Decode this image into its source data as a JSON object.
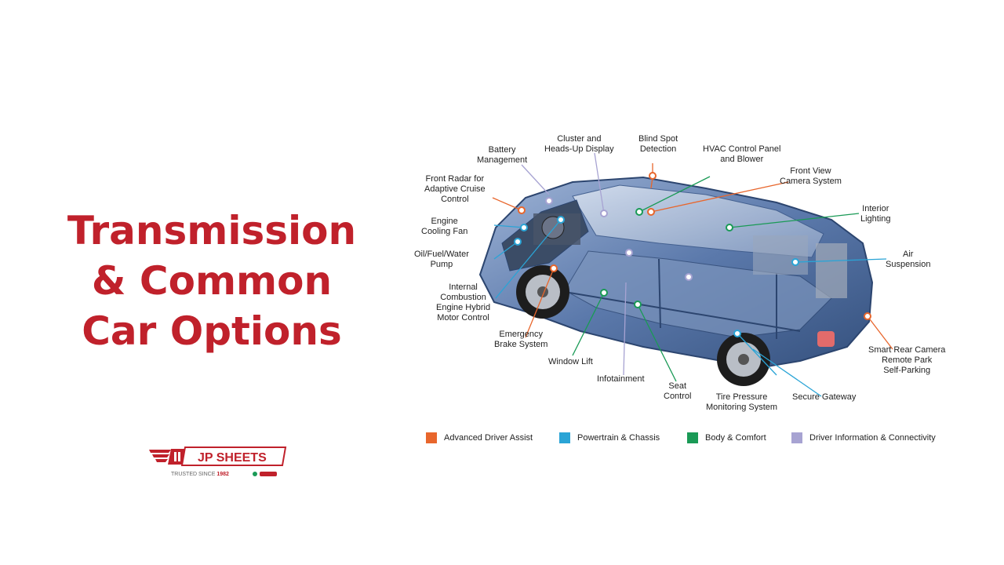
{
  "title": {
    "line1": "Transmission",
    "line2": "& Common",
    "line3": "Car Options"
  },
  "logo": {
    "name": "JP SHEETS",
    "tagline_prefix": "TRUSTED SINCE ",
    "year": "1982"
  },
  "colors": {
    "title": "#c0212b",
    "advanced": "#e8662c",
    "powertrain": "#2aa4d6",
    "body": "#1a9a56",
    "driver": "#a7a3d2",
    "car_body": "#5b79ab"
  },
  "labels": {
    "battery": "Battery\nManagement",
    "cluster": "Cluster and\nHeads-Up Display",
    "blind_spot": "Blind Spot\nDetection",
    "hvac": "HVAC Control Panel\nand Blower",
    "front_view": "Front View\nCamera System",
    "front_radar": "Front Radar for\nAdaptive Cruise\nControl",
    "interior_lighting": "Interior\nLighting",
    "engine_fan": "Engine\nCooling Fan",
    "oil_pump": "Oil/Fuel/Water\nPump",
    "air_suspension": "Air\nSuspension",
    "internal_combustion": "Internal\nCombustion\nEngine Hybrid\nMotor Control",
    "emergency_brake": "Emergency\nBrake System",
    "smart_rear": "Smart Rear Camera\nRemote Park\nSelf-Parking",
    "window_lift": "Window Lift",
    "infotainment": "Infotainment",
    "seat_control": "Seat\nControl",
    "tire_pressure": "Tire Pressure\nMonitoring System",
    "secure_gateway": "Secure Gateway"
  },
  "legend": [
    {
      "label": "Advanced Driver Assist",
      "color": "#e8662c"
    },
    {
      "label": "Powertrain & Chassis",
      "color": "#2aa4d6"
    },
    {
      "label": "Body & Comfort",
      "color": "#1a9a56"
    },
    {
      "label": "Driver Information & Connectivity",
      "color": "#a7a3d2"
    }
  ]
}
